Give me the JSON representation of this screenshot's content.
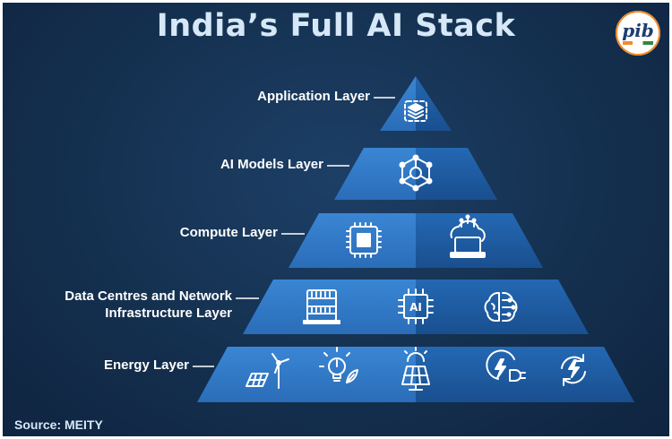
{
  "title": "India’s Full AI Stack",
  "logo": {
    "text": "pib"
  },
  "layers": [
    {
      "label": "Application Layer",
      "icons": [
        "layers-stack-icon"
      ]
    },
    {
      "label": "AI Models Layer",
      "icons": [
        "neural-network-icon"
      ]
    },
    {
      "label": "Compute Layer",
      "icons": [
        "cpu-chip-icon",
        "cloud-computer-icon"
      ]
    },
    {
      "label_lines": [
        "Data Centres and Network",
        "Infrastructure Layer"
      ],
      "icons": [
        "server-rack-icon",
        "ai-chip-icon",
        "brain-circuit-icon"
      ]
    },
    {
      "label": "Energy Layer",
      "icons": [
        "solar-wind-icon",
        "green-bulb-icon",
        "solar-panel-icon",
        "electric-plug-icon",
        "renewable-cycle-icon"
      ]
    }
  ],
  "source": "Source: MEITY",
  "colors": {
    "band_light": "#2f77c4",
    "band_dark": "#1b5aa0",
    "background": "#14304f",
    "title": "#d6e8f7"
  }
}
